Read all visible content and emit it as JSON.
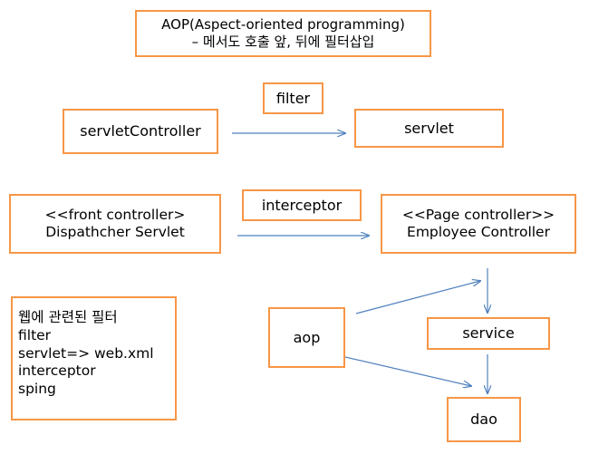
{
  "colors": {
    "box_border": "#f79646",
    "arrow": "#4f81bd"
  },
  "nodes": {
    "aop_title": [
      "AOP(Aspect-oriented programming)",
      "– 메서도 호출 앞, 뒤에 필터삽입"
    ],
    "filter_label": "filter",
    "servlet_controller": "servletController",
    "servlet": "servlet",
    "interceptor_label": "interceptor",
    "front_controller": [
      "<<front controller>",
      "Dispathcher Servlet"
    ],
    "page_controller": [
      "<<Page controller>>",
      "Employee Controller"
    ],
    "aop": "aop",
    "service": "service",
    "dao": "dao",
    "web_filters": [
      "웹에 관련된 필터",
      "filter",
      "servlet=> web.xml",
      "interceptor",
      "sping"
    ]
  }
}
